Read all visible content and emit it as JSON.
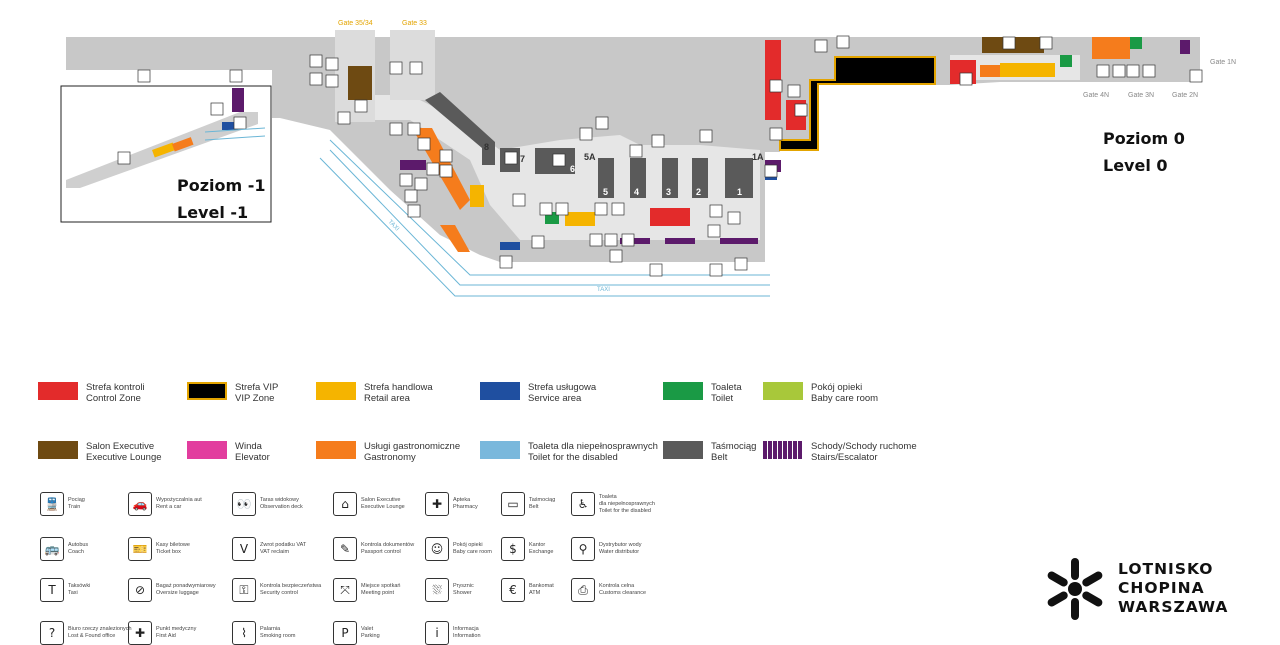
{
  "map": {
    "level0": {
      "line1": "Poziom 0",
      "line2": "Level 0"
    },
    "level_minus1": {
      "line1": "Poziom -1",
      "line2": "Level -1"
    },
    "gates": [
      {
        "id": "g1",
        "label": "Gate 35/34"
      },
      {
        "id": "g2",
        "label": "Gate 33"
      },
      {
        "id": "g3",
        "label": "Gate 1N"
      },
      {
        "id": "g4",
        "label": "Gate 4N"
      },
      {
        "id": "g5",
        "label": "Gate 3N"
      },
      {
        "id": "g6",
        "label": "Gate 2N"
      }
    ],
    "belts": [
      "8",
      "7",
      "6",
      "5A",
      "5",
      "4",
      "3",
      "2",
      "1A",
      "1"
    ],
    "taxi_labels": [
      "TAXI",
      "TAXI"
    ]
  },
  "legend_zones": [
    {
      "pl": "Strefa kontroli",
      "en": "Control Zone",
      "color": "#e32b2b"
    },
    {
      "pl": "Strefa VIP",
      "en": "VIP Zone",
      "color": "#000000",
      "border": "#e3a400"
    },
    {
      "pl": "Strefa handlowa",
      "en": "Retail area",
      "color": "#f5b400"
    },
    {
      "pl": "Strefa usługowa",
      "en": "Service area",
      "color": "#1f4fa0"
    },
    {
      "pl": "Toaleta",
      "en": "Toilet",
      "color": "#1a9a45"
    },
    {
      "pl": "Pokój opieki",
      "en": "Baby care room",
      "color": "#a8c83a"
    },
    {
      "pl": "Salon Executive",
      "en": "Executive Lounge",
      "color": "#6e4a12"
    },
    {
      "pl": "Winda",
      "en": "Elevator",
      "color": "#e23d9e"
    },
    {
      "pl": "Usługi gastronomiczne",
      "en": "Gastronomy",
      "color": "#f57c1c"
    },
    {
      "pl": "Toaleta dla niepełnosprawnych",
      "en": "Toilet for the disabled",
      "color": "#7ab8dc"
    },
    {
      "pl": "Taśmociąg",
      "en": "Belt",
      "color": "#5a5a5a"
    },
    {
      "pl": "Schody/Schody ruchome",
      "en": "Stairs/Escalator",
      "color": "#5c1a6b"
    }
  ],
  "legend_icons": [
    {
      "pl": "Pociąg",
      "en": "Train",
      "glyph": "train-icon",
      "sym": "🚆"
    },
    {
      "pl": "Wypożyczalnia aut",
      "en": "Rent a car",
      "glyph": "car-key-icon",
      "sym": "🚗"
    },
    {
      "pl": "Taras widokowy",
      "en": "Observation deck",
      "glyph": "binoculars-icon",
      "sym": "👀"
    },
    {
      "pl": "Salon Executive",
      "en": "Executive Lounge",
      "glyph": "armchair-icon",
      "sym": "⌂"
    },
    {
      "pl": "Apteka",
      "en": "Pharmacy",
      "glyph": "pharmacy-icon",
      "sym": "✚"
    },
    {
      "pl": "Taśmociąg",
      "en": "Belt",
      "glyph": "suitcase-icon",
      "sym": "▭"
    },
    {
      "pl": "Toaleta",
      "en": "dla niepełnosprawnych Toilet for the disabled",
      "glyph": "wheelchair-icon",
      "sym": "♿"
    },
    {
      "pl": "Autobus",
      "en": "Coach",
      "glyph": "bus-icon",
      "sym": "🚌"
    },
    {
      "pl": "Kasy biletowe",
      "en": "Ticket box",
      "glyph": "ticket-icon",
      "sym": "🎫"
    },
    {
      "pl": "Zwrot podatku VAT",
      "en": "VAT reclaim",
      "glyph": "vat-icon",
      "sym": "V"
    },
    {
      "pl": "Kontrola dokumentów",
      "en": "Passport control",
      "glyph": "passport-icon",
      "sym": "✎"
    },
    {
      "pl": "Pokój opieki",
      "en": "Baby care room",
      "glyph": "baby-icon",
      "sym": "☺"
    },
    {
      "pl": "Kantor",
      "en": "Exchange",
      "glyph": "exchange-icon",
      "sym": "$"
    },
    {
      "pl": "Dystrybutor wody",
      "en": "Water distributor",
      "glyph": "water-tap-icon",
      "sym": "⚲"
    },
    {
      "pl": "Taksówki",
      "en": "Taxi",
      "glyph": "taxi-icon",
      "sym": "T"
    },
    {
      "pl": "Bagaż ponadwymiarowy",
      "en": "Oversize luggage",
      "glyph": "ski-bag-icon",
      "sym": "⊘"
    },
    {
      "pl": "Kontrola bezpieczeństwa",
      "en": "Security control",
      "glyph": "security-icon",
      "sym": "⚿"
    },
    {
      "pl": "Miejsce spotkań",
      "en": "Meeting point",
      "glyph": "meeting-point-icon",
      "sym": "⤧"
    },
    {
      "pl": "Prysznic",
      "en": "Shower",
      "glyph": "shower-icon",
      "sym": "⛆"
    },
    {
      "pl": "Bankomat",
      "en": "ATM",
      "glyph": "atm-icon",
      "sym": "€"
    },
    {
      "pl": "Kontrola celna",
      "en": "Customs clearance",
      "glyph": "customs-icon",
      "sym": "⎙"
    },
    {
      "pl": "Biuro rzeczy znalezionych",
      "en": "Lost & Found office",
      "glyph": "lost-found-icon",
      "sym": "?"
    },
    {
      "pl": "Punkt medyczny",
      "en": "First Aid",
      "glyph": "first-aid-icon",
      "sym": "✚"
    },
    {
      "pl": "Palarnia",
      "en": "Smoking room",
      "glyph": "smoking-icon",
      "sym": "⌇"
    },
    {
      "pl": "Valet",
      "en": "Parking",
      "glyph": "valet-icon",
      "sym": "P"
    },
    {
      "pl": "Informacja",
      "en": "Information",
      "glyph": "information-icon",
      "sym": "i"
    }
  ],
  "logo": {
    "line1": "LOTNISKO",
    "line2": "CHOPINA",
    "line3": "WARSZAWA",
    "color": "#111111"
  }
}
